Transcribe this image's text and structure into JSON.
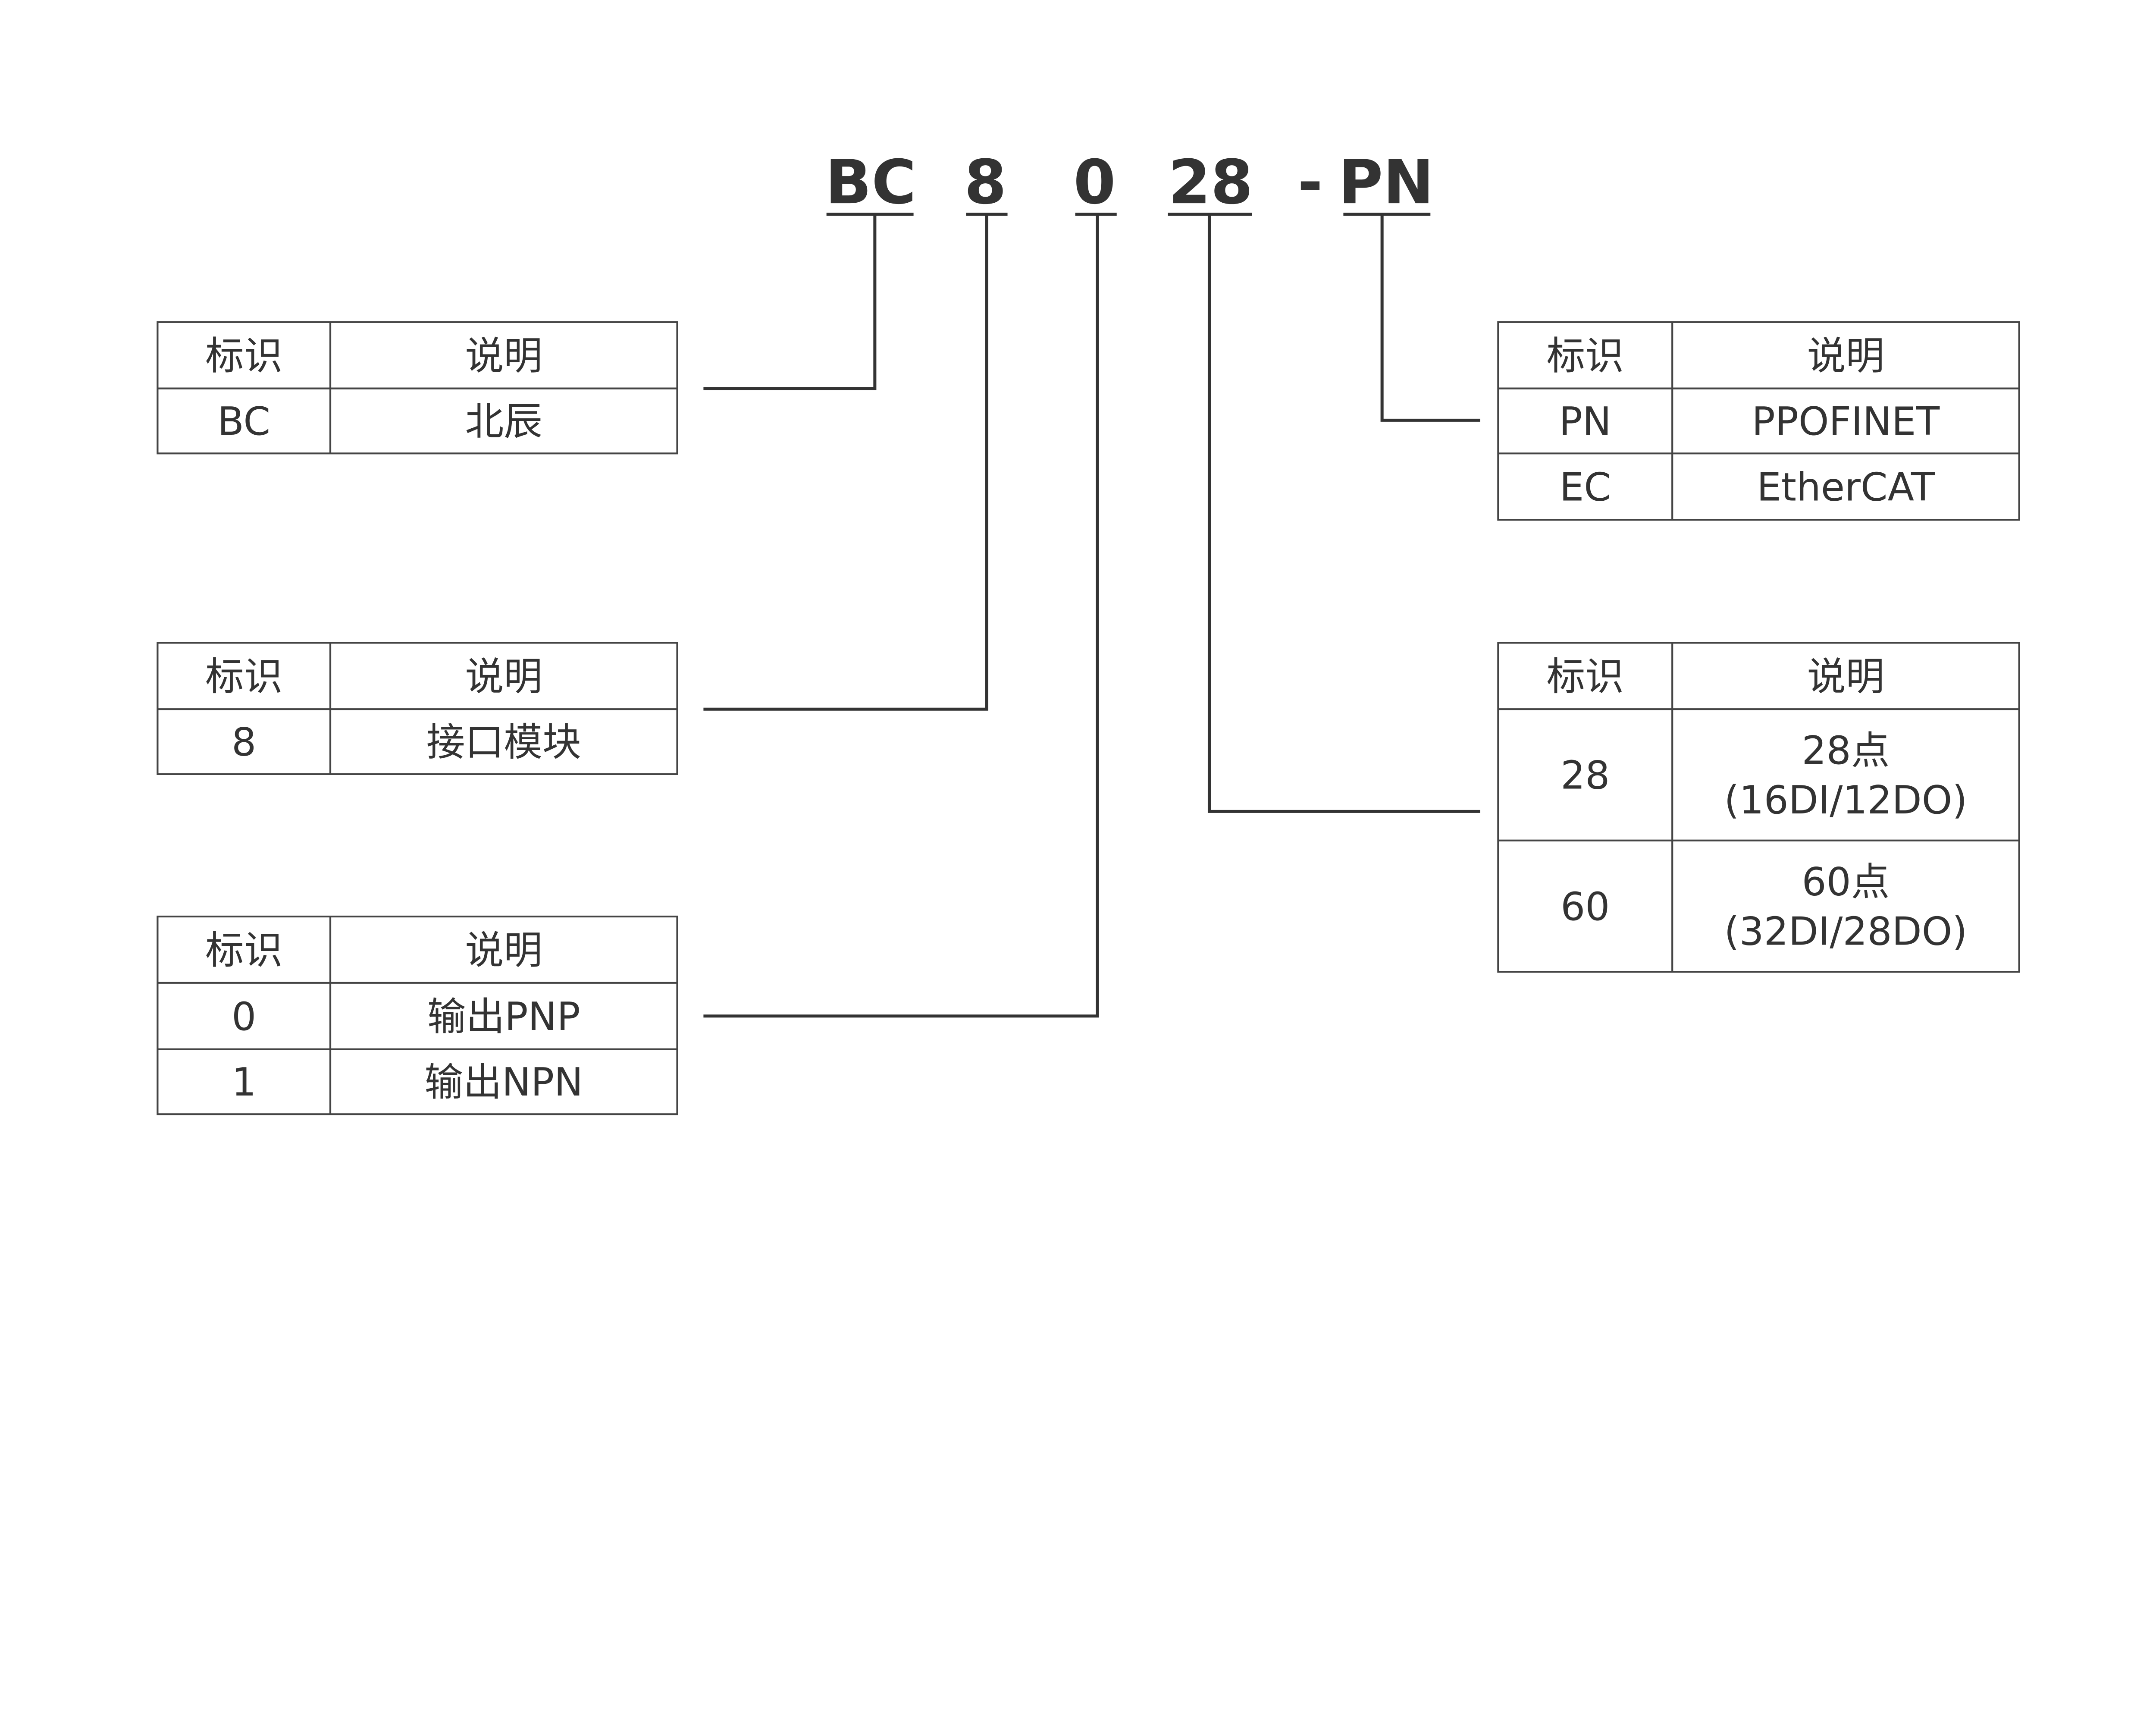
{
  "code": {
    "segments": [
      "BC",
      "8",
      "0",
      "28",
      "-",
      "PN"
    ]
  },
  "tables": [
    {
      "id": "bc",
      "header": [
        "标识",
        "说明"
      ],
      "rows": [
        [
          "BC",
          "北辰"
        ]
      ]
    },
    {
      "id": "module",
      "header": [
        "标识",
        "说明"
      ],
      "rows": [
        [
          "8",
          "接口模块"
        ]
      ]
    },
    {
      "id": "output",
      "header": [
        "标识",
        "说明"
      ],
      "rows": [
        [
          "0",
          "输出PNP"
        ],
        [
          "1",
          "输出NPN"
        ]
      ]
    },
    {
      "id": "protocol",
      "header": [
        "标识",
        "说明"
      ],
      "rows": [
        [
          "PN",
          "PPOFINET"
        ],
        [
          "EC",
          "EtherCAT"
        ]
      ]
    },
    {
      "id": "points",
      "header": [
        "标识",
        "说明"
      ],
      "rows": [
        [
          "28",
          "28点\n(16DI/12DO)"
        ],
        [
          "60",
          "60点\n(32DI/28DO)"
        ]
      ]
    }
  ],
  "colors": {
    "line": "#333333",
    "text": "#333333",
    "background": "#ffffff"
  }
}
